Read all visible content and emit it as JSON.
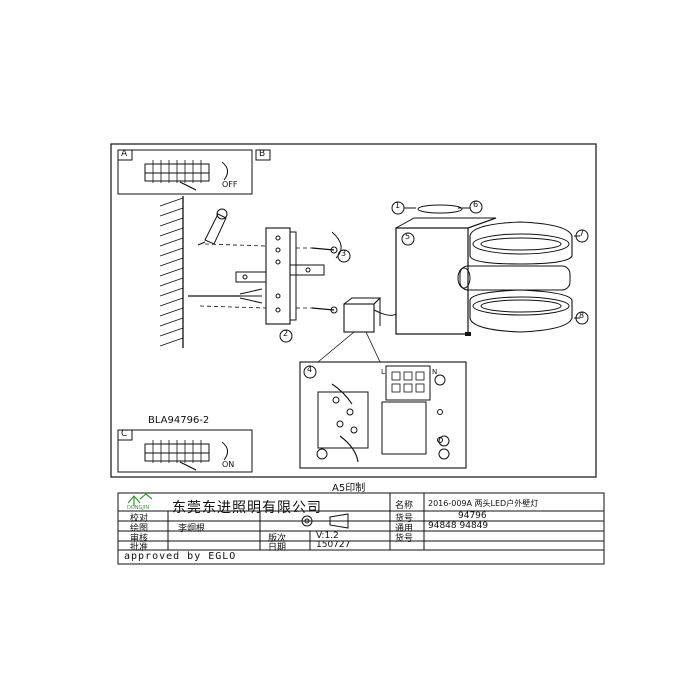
{
  "labels": {
    "panel_a": "A",
    "panel_b": "B",
    "panel_c": "C",
    "off": "OFF",
    "on": "ON",
    "model_code": "BLA94796-2",
    "paper_size": "A5印制",
    "callouts": [
      "1",
      "2",
      "3",
      "4",
      "5",
      "6",
      "7",
      "8"
    ],
    "terminal_l": "L",
    "terminal_n": "N"
  },
  "title_block": {
    "company": "东莞东进照明有限公司",
    "logo_text": "DONGJIN",
    "rows": [
      {
        "left_label": "校对",
        "left_value": "",
        "right_label": "名称",
        "right_value": "2016-009A 两头LED户外壁灯"
      },
      {
        "left_label": "绘图",
        "left_value": "李炯根",
        "right_label": "货号",
        "right_value": "94796"
      },
      {
        "left_label": "审核",
        "left_value": "",
        "mid_label": "版次",
        "mid_value": "V:1.2",
        "right_label": "通用",
        "right_value": "94848  94849"
      },
      {
        "left_label": "批准",
        "left_value": "",
        "mid_label": "日期",
        "mid_value": "150727",
        "right_label": "货号",
        "right_value": ""
      }
    ],
    "approved": "approved by EGLO"
  },
  "colors": {
    "ink": "#111111",
    "paper": "#ffffff",
    "logo_green": "#3a9a3a"
  }
}
